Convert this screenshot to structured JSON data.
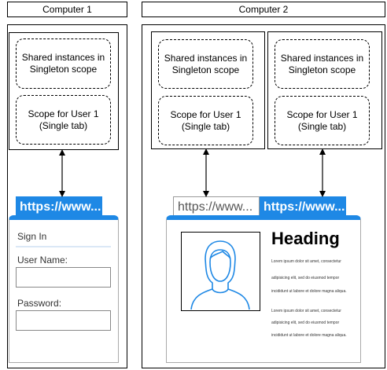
{
  "computers": [
    {
      "title": "Computer 1"
    },
    {
      "title": "Computer 2"
    }
  ],
  "shared_label": "Shared instances in Singleton scope",
  "user_scope_label": "Scope for User 1 (Single tab)",
  "url_text": "https://www...",
  "login": {
    "heading": "Sign In",
    "username_label": "User Name:",
    "password_label": "Password:"
  },
  "page": {
    "heading": "Heading",
    "paragraph1": [
      "Lorem ipsum dolor sit amet, consectetur",
      "adipisicing elit, sed do eiusmod tempor",
      "incididunt ut labore et dolore magna aliqua."
    ],
    "paragraph2": [
      "Lorem ipsum dolor sit amet, consectetur",
      "adipisicing elit, sed do eiusmod tempor",
      "incididunt ut labore et dolore magna aliqua."
    ]
  },
  "colors": {
    "accent": "#1e88e5",
    "avatar_stroke": "#1e88e5"
  }
}
